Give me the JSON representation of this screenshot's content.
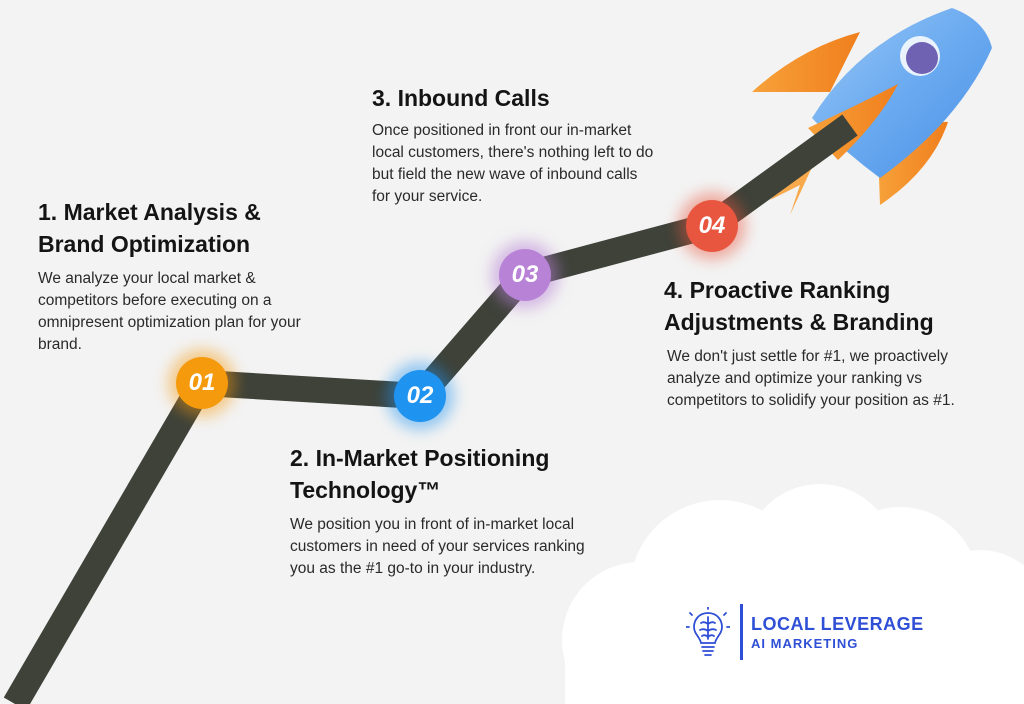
{
  "steps": [
    {
      "number": "01",
      "title": "1. Market Analysis & Brand Optimization",
      "description": "We analyze your local market & competitors before executing on a omnipresent optimization plan for your brand.",
      "color": "#f59a0d"
    },
    {
      "number": "02",
      "title": "2. In-Market Positioning Technology™",
      "description": "We position you in front of in-market local customers in need of your services ranking you as the #1 go-to in your industry.",
      "color": "#1e93f0"
    },
    {
      "number": "03",
      "title": "3. Inbound Calls",
      "description": "Once positioned in front our in-market local customers, there's nothing left to do but field the new wave of inbound calls for your service.",
      "color": "#b882d6"
    },
    {
      "number": "04",
      "title": "4. Proactive Ranking Adjustments & Branding",
      "description": "We don't just settle for #1, we proactively analyze and optimize your ranking vs competitors to solidify your position as #1.",
      "color": "#e8563f"
    }
  ],
  "brand": {
    "name_line1": "LOCAL LEVERAGE",
    "name_line2": "AI MARKETING",
    "color": "#2f4fd6",
    "icon": "lightbulb-brain-icon"
  },
  "decorations": {
    "path_color": "#3e4239",
    "rocket_icon": "rocket-icon",
    "cloud": "cloud-shape"
  }
}
